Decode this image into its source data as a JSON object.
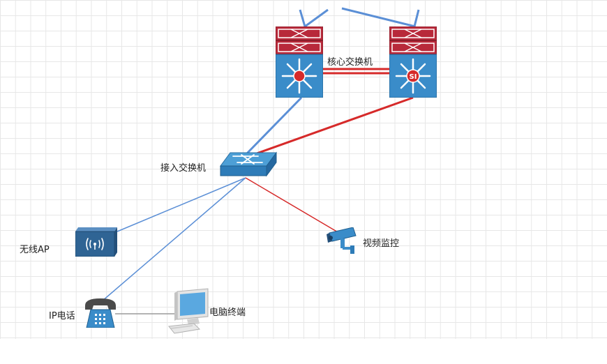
{
  "labels": {
    "core_switch": "核心交换机",
    "access_switch": "接入交换机",
    "wireless_ap": "无线AP",
    "video_surveillance": "视频监控",
    "ip_phone": "IP电话",
    "pc_terminal": "电脑终端"
  },
  "colors": {
    "blue_link": "#5b8fd6",
    "red_link": "#d62a2a",
    "grid": "#e7e7e7"
  },
  "icons": [
    "core-switch-icon",
    "core-switch-si-icon",
    "access-switch-icon",
    "wireless-ap-icon",
    "surveillance-camera-icon",
    "ip-phone-icon",
    "pc-terminal-icon"
  ]
}
